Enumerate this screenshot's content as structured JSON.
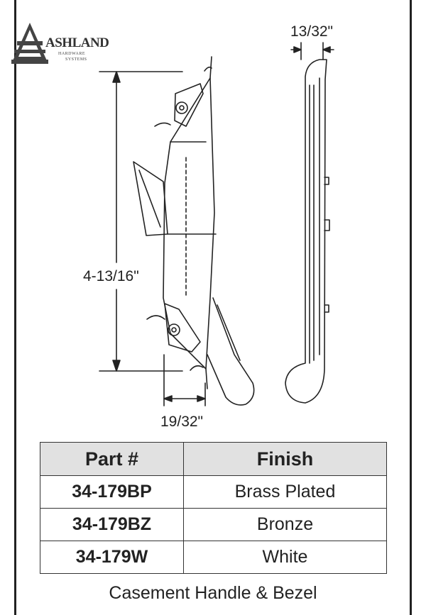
{
  "brand": {
    "name": "ASHLAND",
    "sub_line_1": "HARDWARE",
    "sub_line_2": "SYSTEMS"
  },
  "dimensions": {
    "height": "4-13/16\"",
    "width": "19/32\"",
    "depth": "13/32\""
  },
  "table": {
    "headers": [
      "Part #",
      "Finish"
    ],
    "rows": [
      {
        "part": "34-179BP",
        "finish": "Brass Plated"
      },
      {
        "part": "34-179BZ",
        "finish": "Bronze"
      },
      {
        "part": "34-179W",
        "finish": "White"
      }
    ]
  },
  "caption": "Casement Handle & Bezel",
  "colors": {
    "line": "#222222",
    "header_bg": "#e1e1e1"
  }
}
